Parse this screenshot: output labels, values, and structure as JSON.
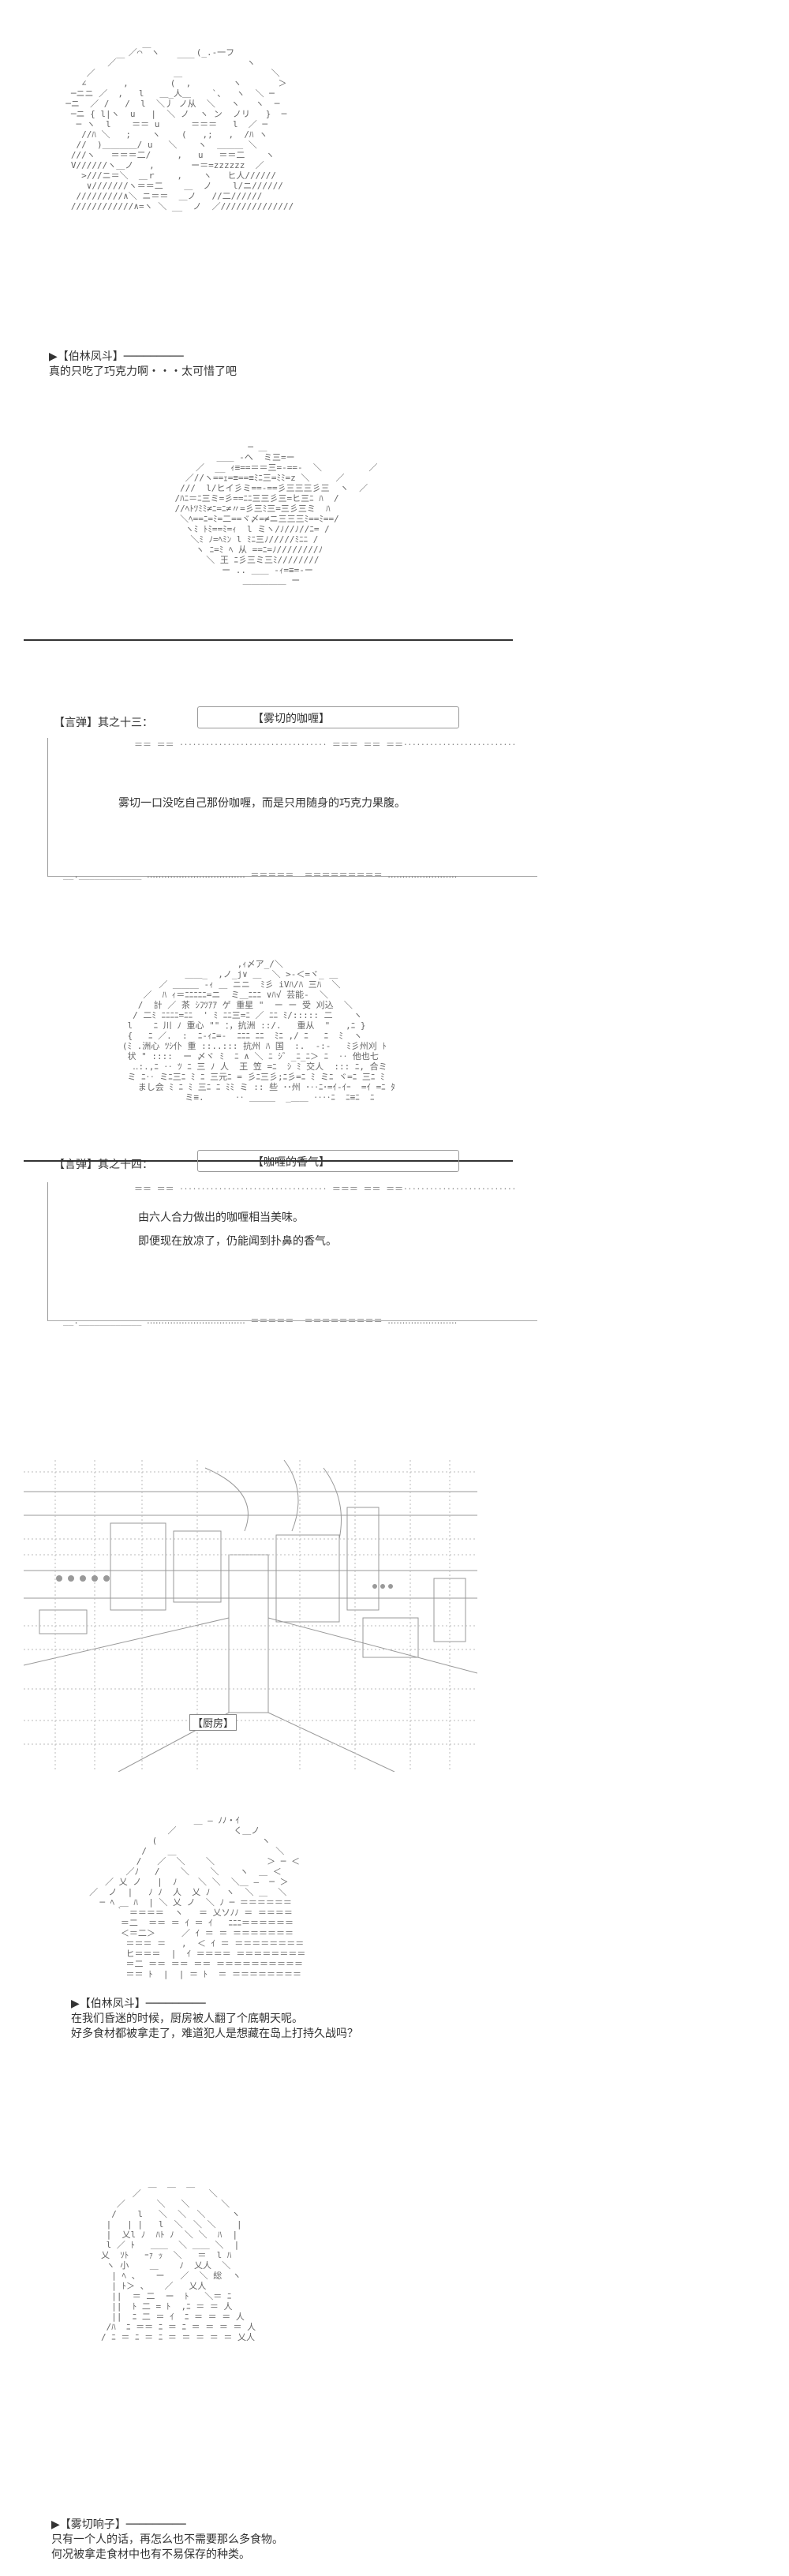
{
  "panels": [
    {
      "speaker": "▶【伯林凤斗】─────────",
      "lines": [
        "真的只吃了巧克力啊・・・太可惜了吧"
      ]
    },
    {
      "speaker": "",
      "lines": []
    },
    {
      "speaker": "",
      "lines": []
    },
    {
      "speaker": "▶【伯林凤斗】─────────",
      "lines": [
        "在我们昏迷的时候，厨房被人翻了个底朝天呢。",
        "好多食材都被拿走了，难道犯人是想藏在岛上打持久战吗？"
      ]
    },
    {
      "speaker": "▶【雾切响子】─────────",
      "lines": [
        "只有一个人的话，再怎么也不需要那么多食物。",
        "何况被拿走食材中也有不易保存的种类。"
      ]
    }
  ],
  "evidence": [
    {
      "label": "【言弹】其之十三：",
      "title": "【雾切的咖喱】",
      "lines": [
        "雾切一口没吃自己那份咖喱，而是只用随身的巧克力果腹。"
      ]
    },
    {
      "label": "【言弹】其之十四：",
      "title": "【咖喱的香气】",
      "lines": [
        "由六人合力做出的咖喱相当美味。",
        "即便现在放凉了，仍能闻到扑鼻的香气。"
      ]
    }
  ],
  "scene": {
    "label": "【厨房】"
  }
}
